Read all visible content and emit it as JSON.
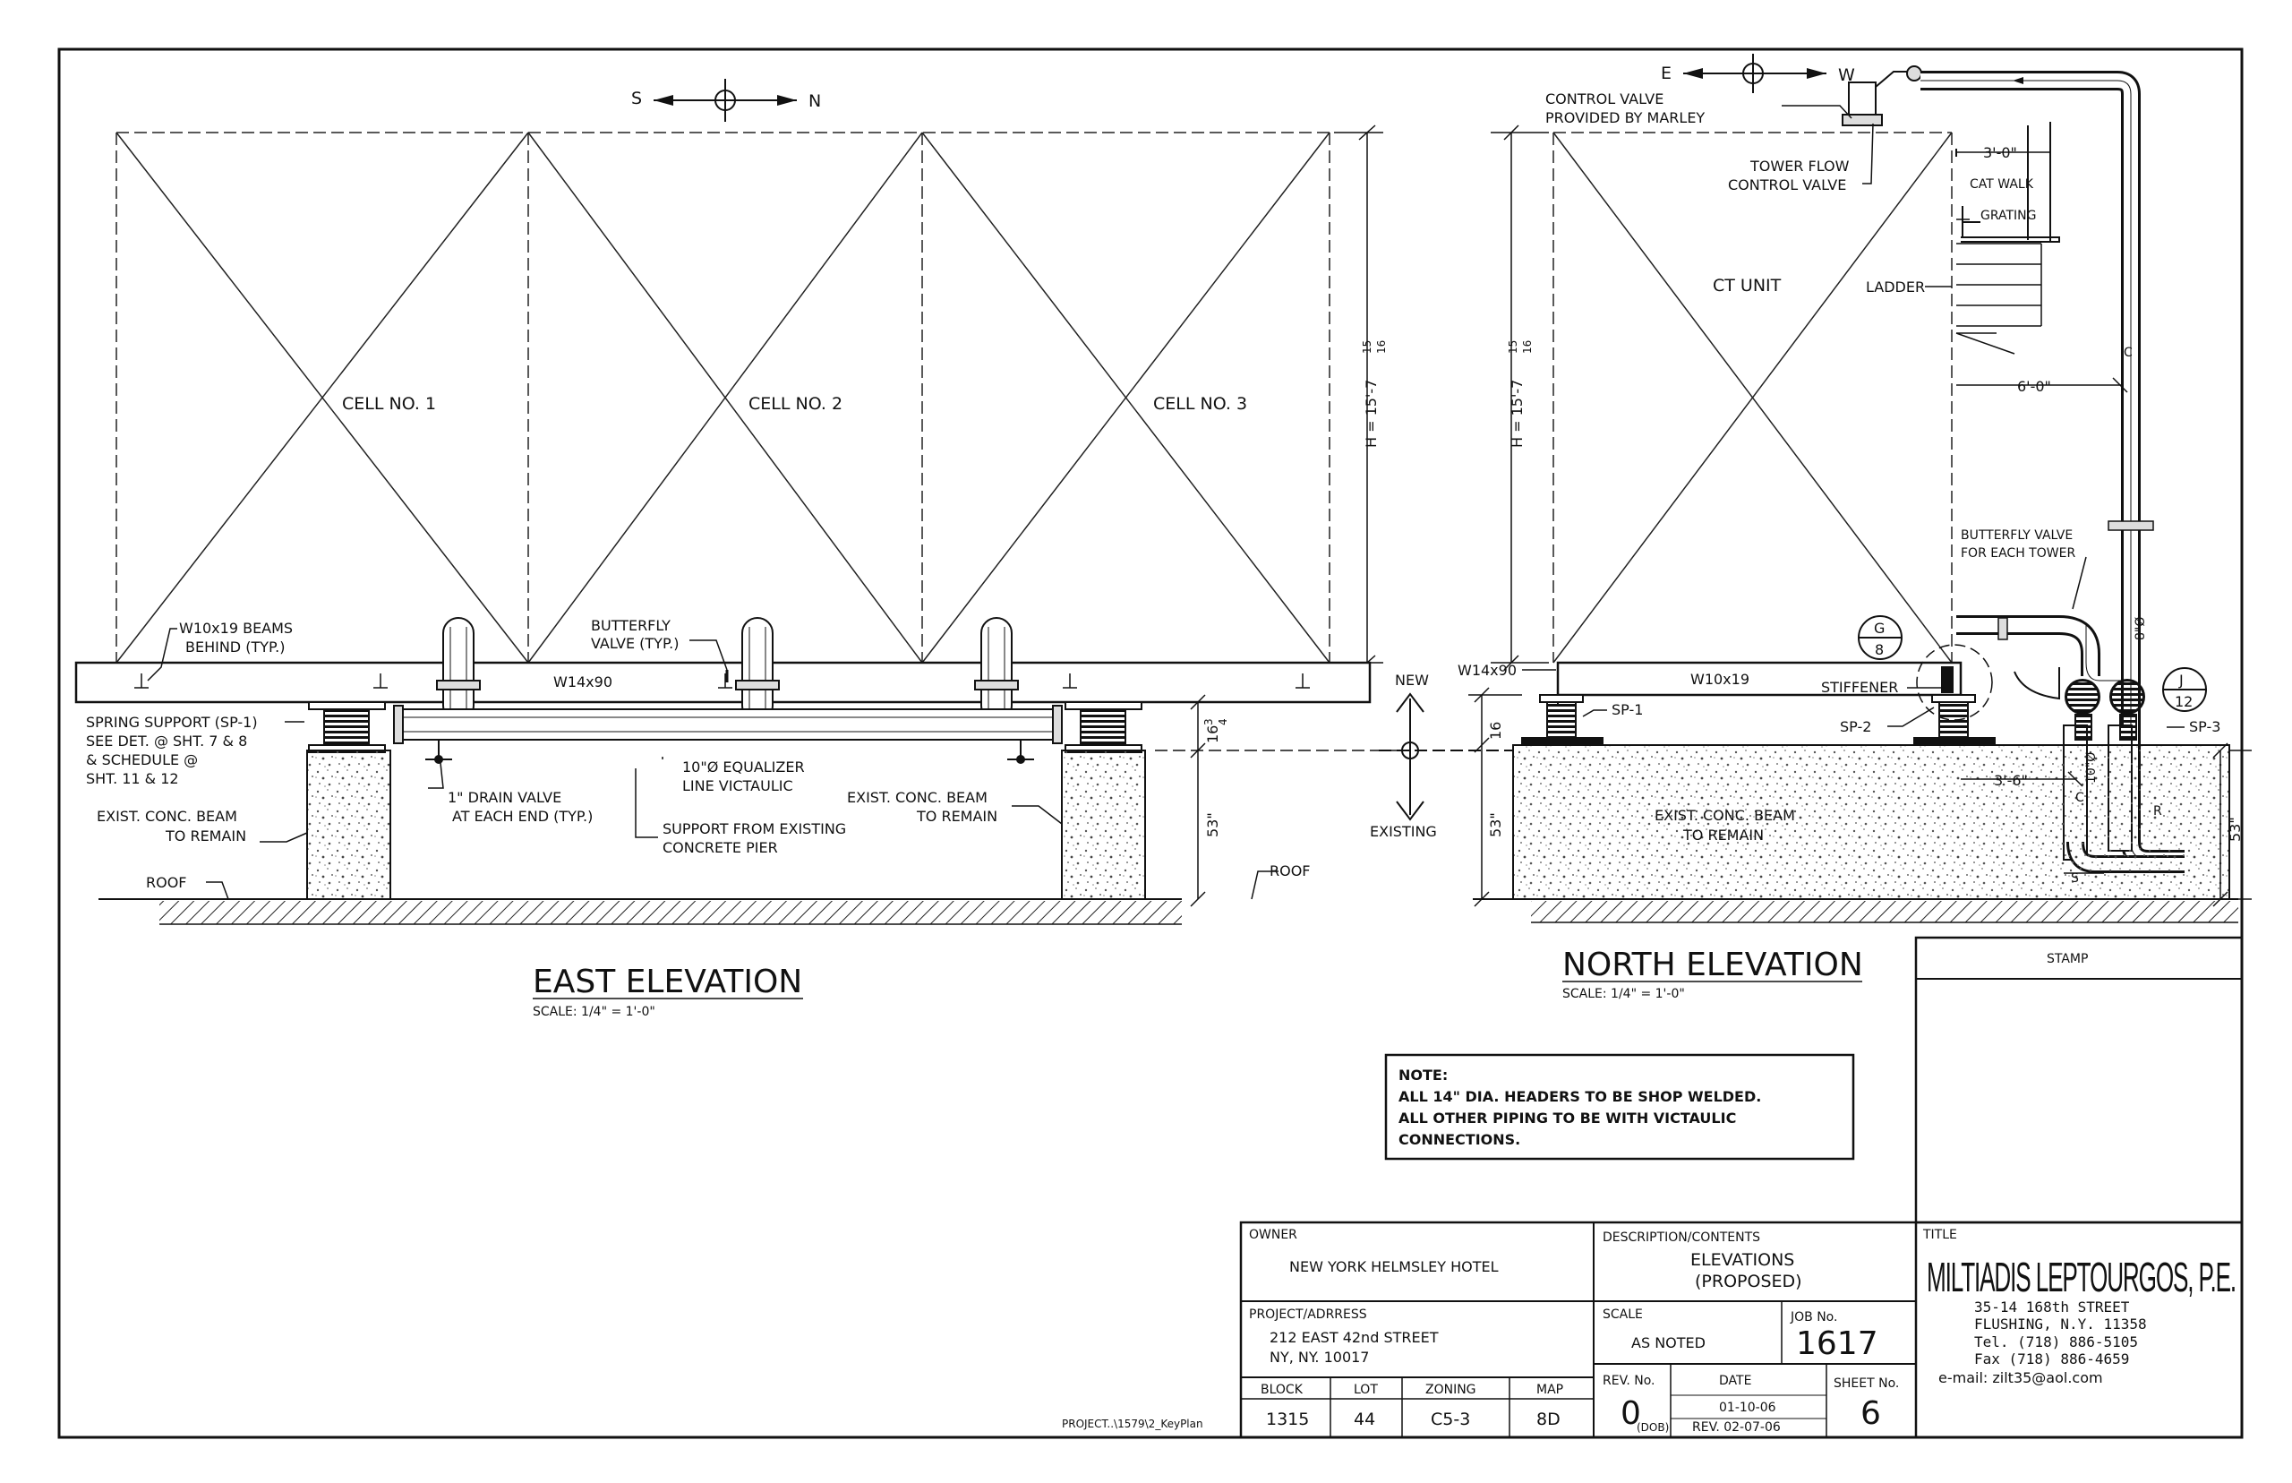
{
  "compass_east": {
    "left": "S",
    "right": "N"
  },
  "compass_north": {
    "left": "E",
    "right": "W"
  },
  "east_elevation": {
    "cells": [
      "CELL  NO. 1",
      "CELL  NO. 2",
      "CELL  NO. 3"
    ],
    "height_dim": "H = 15'-7",
    "height_frac_num": "15",
    "height_frac_den": "16",
    "beam_label": "W14x90",
    "w10_beams": [
      "W10x19 BEAMS",
      "BEHIND (TYP.)"
    ],
    "butterfly": [
      "BUTTERFLY",
      "VALVE (TYP.)"
    ],
    "spring_support": [
      "SPRING SUPPORT (SP-1)",
      "SEE DET. @ SHT. 7 & 8",
      "& SCHEDULE @",
      "SHT. 11 & 12"
    ],
    "exist_beam_left": [
      "EXIST. CONC. BEAM",
      "TO REMAIN"
    ],
    "drain_valve": [
      "1\" DRAIN VALVE",
      "AT EACH END (TYP.)"
    ],
    "equalizer": [
      "10\"Ø EQUALIZER",
      "LINE VICTAULIC"
    ],
    "support_pier": [
      "SUPPORT FROM EXISTING",
      "CONCRETE PIER"
    ],
    "exist_beam_right": [
      "EXIST. CONC. BEAM",
      "TO REMAIN"
    ],
    "dim_16": "16",
    "dim_16_num": "3",
    "dim_16_den": "4",
    "dim_53": "53\"",
    "roof_left": "ROOF",
    "roof_right": "ROOF",
    "title": "EAST ELEVATION",
    "scale": "SCALE: 1/4\" = 1'-0\""
  },
  "north_elevation": {
    "control_valve": [
      "CONTROL VALVE",
      "PROVIDED BY MARLEY"
    ],
    "tower_flow": [
      "TOWER FLOW",
      "CONTROL VALVE"
    ],
    "catwalk_dim": "3'-0\"",
    "catwalk": "CAT WALK",
    "grating": "GRATING",
    "ct_unit": "CT UNIT",
    "ladder": "LADDER",
    "dim_6ft": "6'-0\"",
    "height_dim": "H = 15'-7",
    "butterfly_each": [
      "BUTTERFLY VALVE",
      "FOR EACH TOWER"
    ],
    "pipe_8": "8\"Ø",
    "pipe_10": "10\"Ø",
    "det_g": {
      "top": "G",
      "bottom": "8"
    },
    "det_j": {
      "top": "J",
      "bottom": "12"
    },
    "new": "NEW",
    "existing": "EXISTING",
    "w14": "W14x90",
    "w10": "W10x19",
    "stiffener": "STIFFENER",
    "sp1": "SP-1",
    "sp2": "SP-2",
    "sp3": "SP-3",
    "dim_36": "3'-6\"",
    "dim_53": "53\"",
    "dim_53b": "53\"",
    "exist_beam": [
      "EXIST. CONC. BEAM",
      "TO REMAIN"
    ],
    "cl": "C",
    "r": "R",
    "s": "S",
    "title": "NORTH ELEVATION",
    "scale": "SCALE: 1/4\" = 1'-0\""
  },
  "note": {
    "title": "NOTE:",
    "lines": [
      "ALL 14\" DIA. HEADERS TO BE SHOP WELDED.",
      "ALL OTHER PIPING TO BE WITH VICTAULIC",
      "CONNECTIONS."
    ]
  },
  "title_block": {
    "stamp": "STAMP",
    "owner_label": "OWNER",
    "owner": "NEW YORK HELMSLEY HOTEL",
    "desc_label": "DESCRIPTION/CONTENTS",
    "desc": [
      "ELEVATIONS",
      "(PROPOSED)"
    ],
    "title_label": "TITLE",
    "engineer": "MILTIADIS LEPTOURGOS, P.E.",
    "eng_lines": [
      "35-14 168th STREET",
      "FLUSHING, N.Y. 11358",
      "Tel. (718) 886-5105",
      "Fax (718) 886-4659",
      "e-mail: zilt35@aol.com"
    ],
    "project_label": "PROJECT/ADRRESS",
    "project": [
      "212 EAST 42nd STREET",
      "NY, NY. 10017"
    ],
    "scale_label": "SCALE",
    "scale": "AS NOTED",
    "job_label": "JOB No.",
    "job": "1617",
    "block_label": "BLOCK",
    "block": "1315",
    "lot_label": "LOT",
    "lot": "44",
    "zoning_label": "ZONING",
    "zoning": "C5-3",
    "map_label": "MAP",
    "map": "8D",
    "rev_label": "REV. No.",
    "rev": "0",
    "rev_dob": "(DOB)",
    "date_label": "DATE",
    "date": "01-10-06",
    "rev_date": "REV. 02-07-06",
    "sheet_label": "SHEET No.",
    "sheet": "6",
    "project_path": "PROJECT..\\1579\\2_KeyPlan"
  }
}
